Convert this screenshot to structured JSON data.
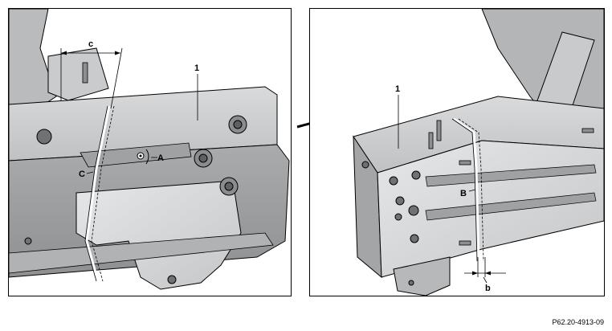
{
  "left_panel": {
    "callouts": {
      "part_number": "1",
      "dimension": "c",
      "detail_a": "A",
      "cut_line": "C"
    }
  },
  "right_panel": {
    "callouts": {
      "part_number": "1",
      "cut_line": "B",
      "dimension": "b"
    }
  },
  "reference_code": "P62.20-4913-09"
}
